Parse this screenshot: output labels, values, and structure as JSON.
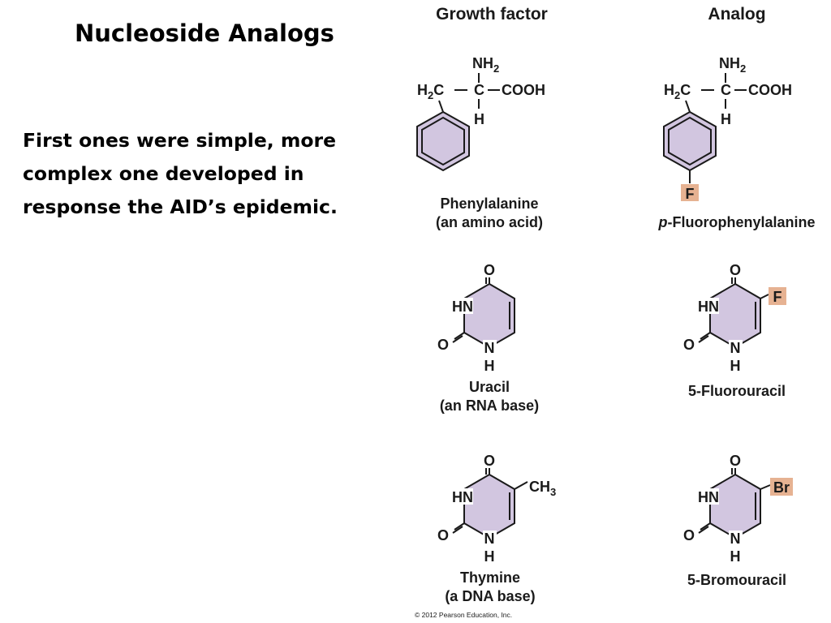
{
  "slide": {
    "title": "Nucleoside Analogs",
    "body_lines": [
      "First ones were simple, more",
      "complex one developed in",
      "response the AID’s epidemic."
    ]
  },
  "figure": {
    "col_growth_header": "Growth factor",
    "col_analog_header": "Analog",
    "atoms": {
      "nh": "NH",
      "sub2": "2",
      "sub3": "3",
      "h": "H",
      "c": "C",
      "h2c_h": "H",
      "h2c_c": "C",
      "cooh": "COOH",
      "o": "O",
      "hn": "HN",
      "n": "N",
      "ch": "CH",
      "f": "F",
      "br": "Br"
    },
    "names": {
      "phenylalanine": "Phenylalanine",
      "phenylalanine_desc": "(an amino acid)",
      "fluorophenylalanine_prefix": "p",
      "fluorophenylalanine": "-Fluorophenylalanine",
      "uracil": "Uracil",
      "uracil_desc": "(an RNA base)",
      "fluorouracil": "5-Fluorouracil",
      "thymine": "Thymine",
      "thymine_desc": "(a DNA base)",
      "bromouracil": "5-Bromouracil"
    },
    "highlight_color": "#e6b292",
    "ring_fill_color": "#d2c6e0",
    "copyright": "© 2012 Pearson Education, Inc."
  }
}
